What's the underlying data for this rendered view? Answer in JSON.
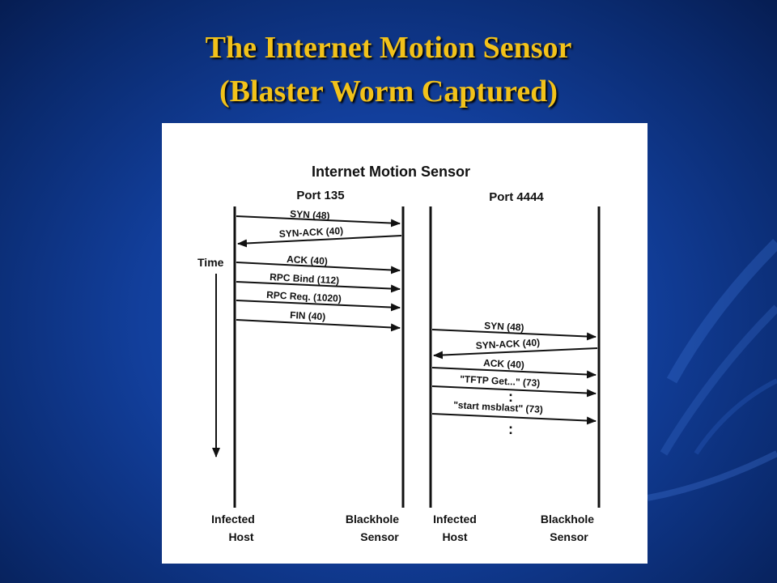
{
  "slide": {
    "title_line1": "The Internet Motion Sensor",
    "title_line2": "(Blaster Worm Captured)"
  },
  "diagram": {
    "title": "Internet Motion Sensor",
    "port_left": "Port 135",
    "port_right": "Port 4444",
    "time_label": "Time",
    "left_messages": [
      "SYN (48)",
      "SYN-ACK (40)",
      "ACK (40)",
      "RPC Bind (112)",
      "RPC Req. (1020)",
      "FIN (40)"
    ],
    "right_messages": [
      "SYN (48)",
      "SYN-ACK (40)",
      "ACK (40)",
      "\"TFTP Get...\" (73)",
      "\"start msblast\" (73)"
    ],
    "ellipsis": ":",
    "infected_host_line1": "Infected",
    "infected_host_line2": "Host",
    "blackhole_sensor_line1": "Blackhole",
    "blackhole_sensor_line2": "Sensor"
  }
}
